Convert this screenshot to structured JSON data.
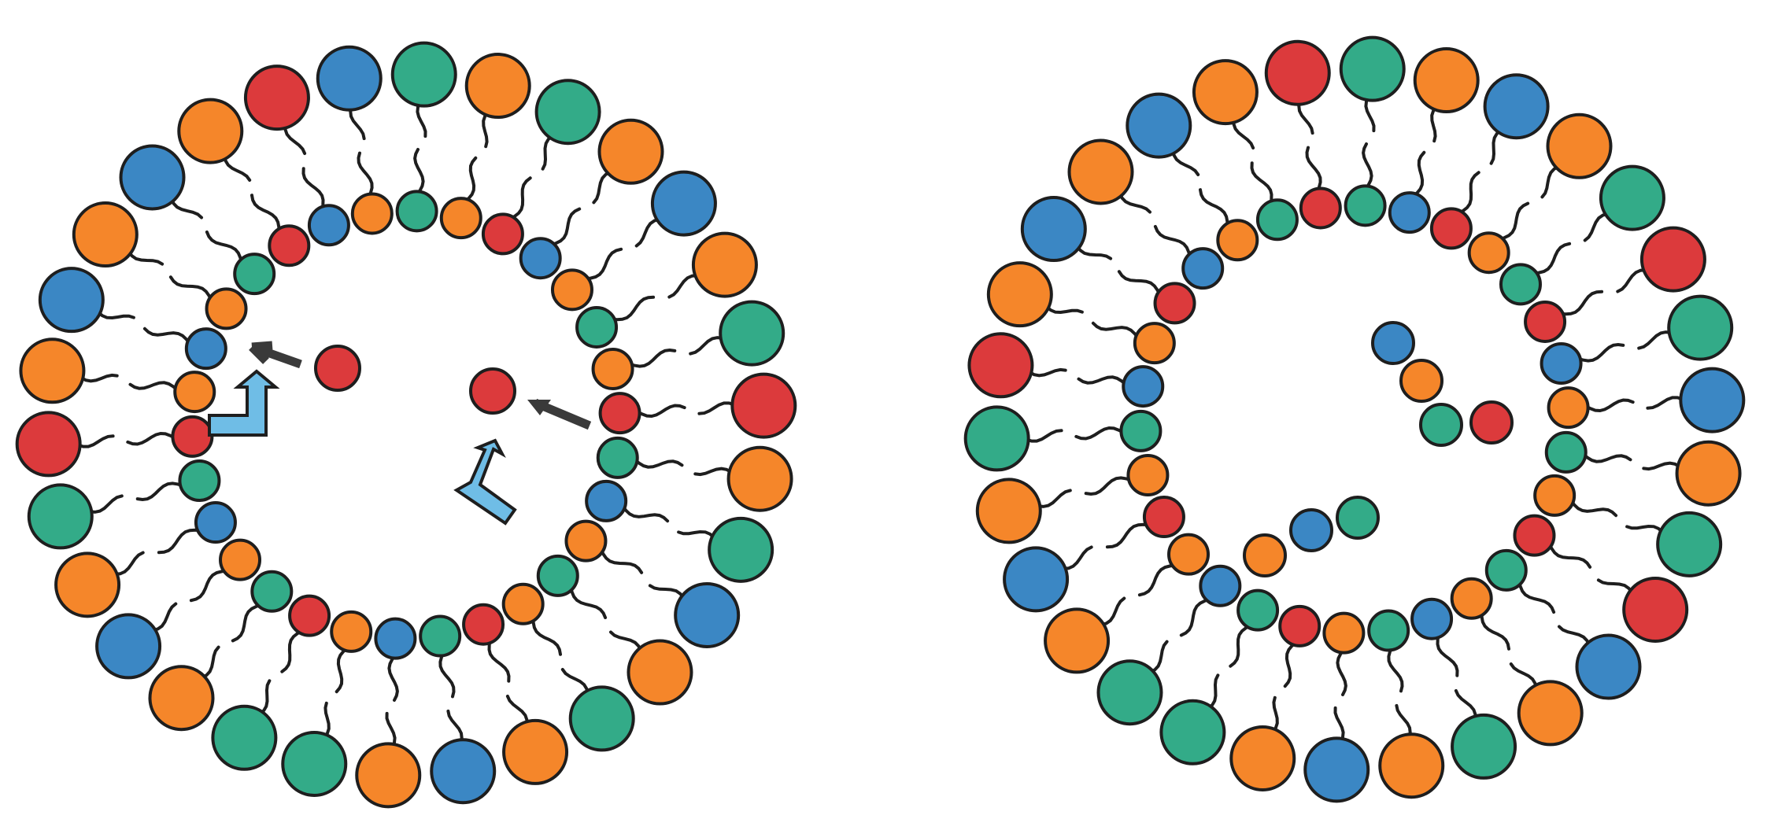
{
  "palette": {
    "blue": "#3b87c4",
    "orange": "#f5862a",
    "green": "#33ab88",
    "red": "#dc3a3c",
    "arrow_dark": "#3a3a3a",
    "arrow_light": "#6fbde6",
    "outline": "#1e1e1e"
  },
  "left_vesicle": {
    "outer_heads": [
      "green",
      "orange",
      "green",
      "orange",
      "blue",
      "orange",
      "green",
      "red",
      "orange",
      "green",
      "blue",
      "orange",
      "green",
      "orange",
      "blue",
      "orange",
      "green",
      "green",
      "orange",
      "blue",
      "orange",
      "green",
      "red",
      "orange",
      "blue",
      "orange",
      "blue",
      "orange",
      "red",
      "blue"
    ],
    "inner_heads": [
      "green",
      "orange",
      "red",
      "blue",
      "orange",
      "green",
      "orange",
      "red",
      "green",
      "blue",
      "orange",
      "green",
      "orange",
      "red",
      "green",
      "blue",
      "orange",
      "red",
      "green",
      "orange",
      "blue",
      "green",
      "red",
      "orange",
      "blue",
      "orange",
      "green",
      "red",
      "blue",
      "orange"
    ],
    "free_heads": [
      "red",
      "red"
    ],
    "arrows": [
      "dark-arrow",
      "dark-arrow",
      "light-bent-arrow",
      "light-bent-arrow"
    ]
  },
  "right_vesicle": {
    "outer_heads": [
      "green",
      "orange",
      "blue",
      "orange",
      "green",
      "red",
      "green",
      "blue",
      "orange",
      "green",
      "red",
      "blue",
      "orange",
      "green",
      "orange",
      "blue",
      "orange",
      "green",
      "green",
      "orange",
      "blue",
      "orange",
      "green",
      "red",
      "orange",
      "blue",
      "orange",
      "blue",
      "orange",
      "red"
    ],
    "inner_heads": [
      "green",
      "blue",
      "red",
      "orange",
      "green",
      "red",
      "blue",
      "orange",
      "green",
      "orange",
      "red",
      "green",
      "orange",
      "blue",
      "green",
      "orange",
      "red",
      "green",
      "blue",
      "orange",
      "red",
      "orange",
      "green",
      "blue",
      "orange",
      "red",
      "blue",
      "orange",
      "green",
      "red"
    ],
    "inner_chain_a": [
      "blue",
      "orange",
      "green",
      "red"
    ],
    "inner_chain_b": [
      "green",
      "blue",
      "orange"
    ]
  }
}
